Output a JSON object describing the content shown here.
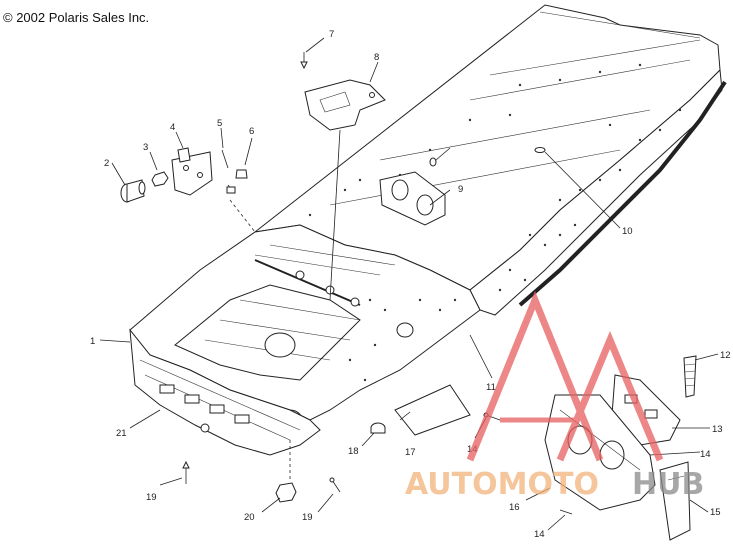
{
  "copyright": "© 2002 Polaris Sales Inc.",
  "labels": [
    {
      "id": "1",
      "text": "1"
    },
    {
      "id": "2",
      "text": "2"
    },
    {
      "id": "3",
      "text": "3"
    },
    {
      "id": "4",
      "text": "4"
    },
    {
      "id": "5",
      "text": "5"
    },
    {
      "id": "6",
      "text": "6"
    },
    {
      "id": "7",
      "text": "7"
    },
    {
      "id": "8",
      "text": "8"
    },
    {
      "id": "9",
      "text": "9"
    },
    {
      "id": "10",
      "text": "10"
    },
    {
      "id": "11",
      "text": "11"
    },
    {
      "id": "12",
      "text": "12"
    },
    {
      "id": "13",
      "text": "13"
    },
    {
      "id": "14a",
      "text": "14"
    },
    {
      "id": "14b",
      "text": "14"
    },
    {
      "id": "14c",
      "text": "14"
    },
    {
      "id": "15",
      "text": "15"
    },
    {
      "id": "16",
      "text": "16"
    },
    {
      "id": "17",
      "text": "17"
    },
    {
      "id": "18",
      "text": "18"
    },
    {
      "id": "19a",
      "text": "19"
    },
    {
      "id": "19b",
      "text": "19"
    },
    {
      "id": "20",
      "text": "20"
    },
    {
      "id": "21",
      "text": "21"
    }
  ],
  "watermark": {
    "text_a": "AUTOMOTO",
    "text_b": "HUB",
    "color_a": "#f2b27a",
    "color_b": "#8a8a8a",
    "logo_color": "#e86060"
  }
}
